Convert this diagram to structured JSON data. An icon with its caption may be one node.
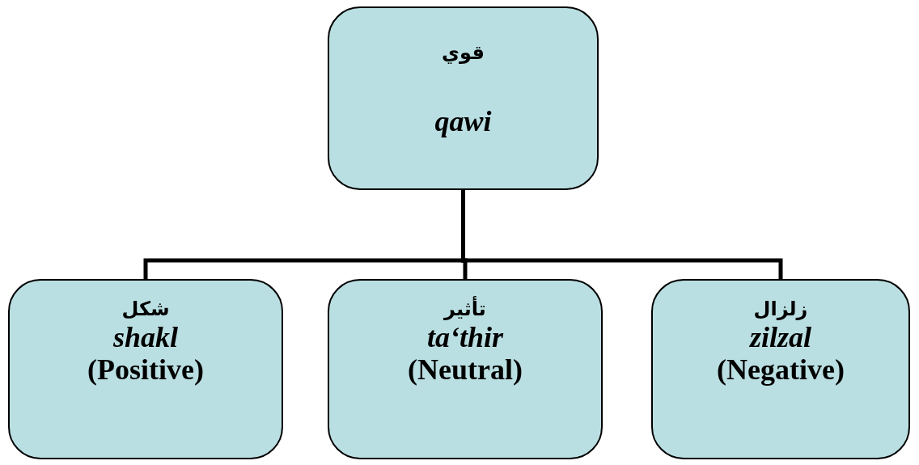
{
  "diagram": {
    "nodes": [
      {
        "text": [
          "قوي",
          "qawi"
        ]
      },
      {
        "text": [
          "شكل",
          "shakl",
          "(Positive)"
        ]
      },
      {
        "text": [
          "تأثير",
          "ta‘thir",
          "(Neutral)"
        ]
      },
      {
        "text": [
          "زلزال",
          "zilzal",
          "(Negative)"
        ]
      }
    ],
    "edges": [
      {
        "from": 0,
        "to": 1,
        "arrow": "none"
      },
      {
        "from": 0,
        "to": 2,
        "arrow": "none"
      },
      {
        "from": 0,
        "to": 3,
        "arrow": "none"
      }
    ]
  }
}
